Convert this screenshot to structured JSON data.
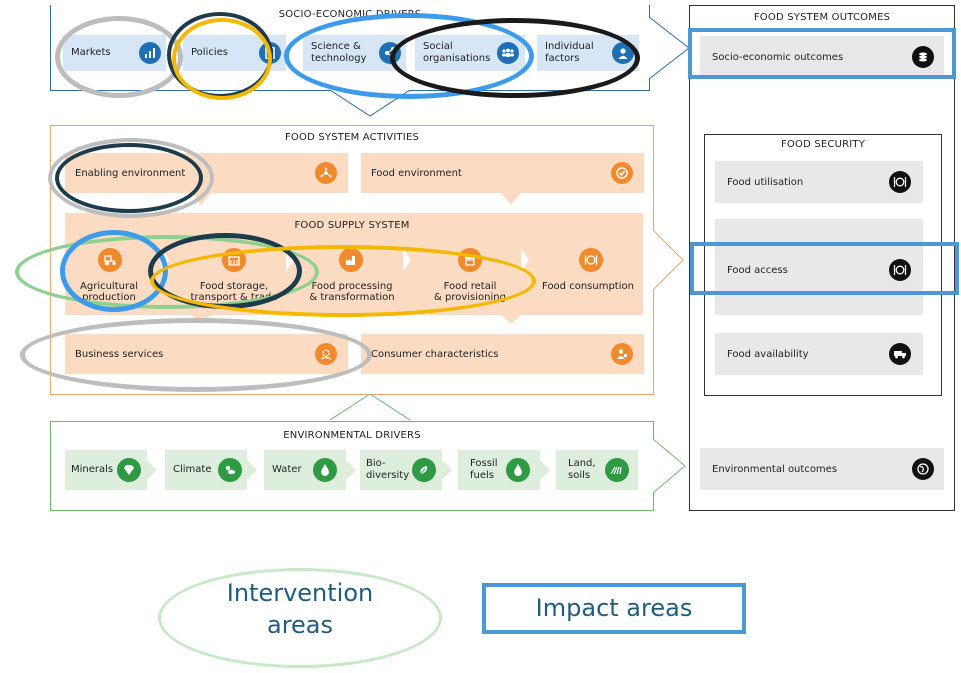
{
  "socio_economic": {
    "title": "SOCIO-ECONOMIC DRIVERS",
    "items": [
      {
        "label": "Markets",
        "icon": "bar-chart-icon"
      },
      {
        "label": "Policies",
        "icon": "document-icon"
      },
      {
        "label": "Science &\ntechnology",
        "icon": "network-icon"
      },
      {
        "label": "Social\norganisations",
        "icon": "people-icon"
      },
      {
        "label": "Individual\nfactors",
        "icon": "person-icon"
      }
    ]
  },
  "activities": {
    "title": "FOOD SYSTEM ACTIVITIES",
    "enabling": "Enabling environment",
    "food_environment": "Food environment",
    "supply_title": "FOOD SUPPLY SYSTEM",
    "supply_items": [
      {
        "label": "Agricultural\nproduction",
        "icon": "tractor-icon"
      },
      {
        "label": "Food storage,\ntransport & trade",
        "icon": "storage-icon"
      },
      {
        "label": "Food processing\n& transformation",
        "icon": "factory-icon"
      },
      {
        "label": "Food retail\n& provisioning",
        "icon": "shop-icon"
      },
      {
        "label": "Food consumption",
        "icon": "plate-icon"
      }
    ],
    "business": "Business services",
    "consumer": "Consumer characteristics"
  },
  "environmental": {
    "title": "ENVIRONMENTAL DRIVERS",
    "items": [
      {
        "label": "Minerals",
        "icon": "gem-icon"
      },
      {
        "label": "Climate",
        "icon": "sun-cloud-icon"
      },
      {
        "label": "Water",
        "icon": "drop-icon"
      },
      {
        "label": "Bio-\ndiversity",
        "icon": "biodiversity-icon"
      },
      {
        "label": "Fossil\nfuels",
        "icon": "flame-icon"
      },
      {
        "label": "Land,\nsoils",
        "icon": "field-icon"
      }
    ]
  },
  "outcomes": {
    "title": "FOOD SYSTEM OUTCOMES",
    "socio": "Socio-economic outcomes",
    "security_title": "FOOD SECURITY",
    "utilisation": "Food utilisation",
    "access": "Food access",
    "availability": "Food availability",
    "environmental": "Environmental outcomes"
  },
  "legend": {
    "intervention": "Intervention\nareas",
    "impact": "Impact areas"
  },
  "colors": {
    "blue_ring": "#3d9be9",
    "dark_ring": "#1d3b4a",
    "yellow_ring": "#f5b800",
    "grey_ring": "#bdbdbd",
    "green_ring": "#8ed08e",
    "black_ring": "#1a1a1a",
    "impact_box": "#4a98d4",
    "orange_icon": "#f08a2c",
    "blue_icon": "#1f6fb5",
    "green_icon": "#2e9a43"
  }
}
